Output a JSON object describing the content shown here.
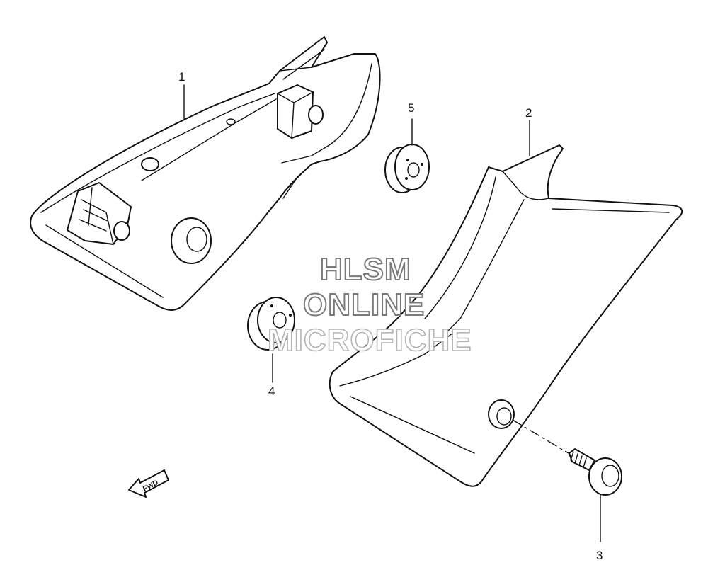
{
  "callouts": [
    {
      "id": "1",
      "label": "1"
    },
    {
      "id": "2",
      "label": "2"
    },
    {
      "id": "3",
      "label": "3"
    },
    {
      "id": "4",
      "label": "4"
    },
    {
      "id": "5",
      "label": "5"
    }
  ],
  "direction_arrow": {
    "label": "FWD",
    "icon": "fwd-arrow-icon"
  },
  "watermark": {
    "line1": "HLSM",
    "line2": "ONLINE",
    "line3": "MICROFICHE"
  }
}
